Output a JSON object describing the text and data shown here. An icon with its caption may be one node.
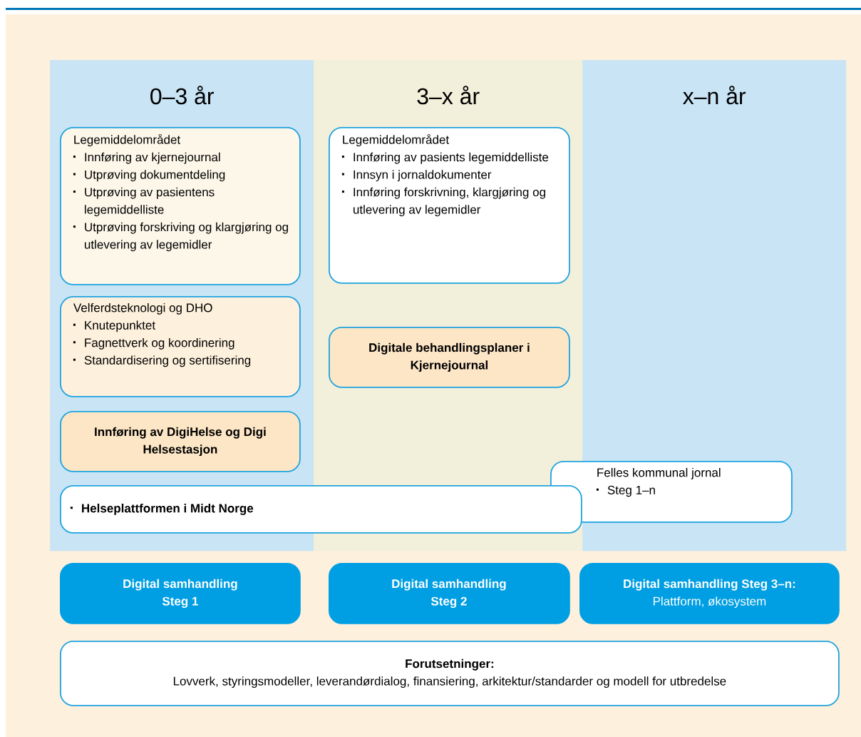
{
  "diagram": {
    "nodes": [
      {
        "text": [
          "0–3 år"
        ]
      },
      {
        "text": [
          "Legemiddelområdet",
          "Innføring av kjernejournal",
          "Utprøving dokumentdeling",
          "Utprøving av pasientens legemiddelliste",
          "Utprøving forskriving og klargjøring og utlevering av legemidler"
        ],
        "in": 0
      },
      {
        "text": [
          "Velferdsteknologi og DHO",
          "Knutepunktet",
          "Fagnettverk og koordinering",
          "Standardisering og sertifisering"
        ],
        "in": 0
      },
      {
        "text": [
          "Innføring av DigiHelse og Digi Helsestasjon"
        ],
        "in": 0
      },
      {
        "text": [
          "3–x år"
        ]
      },
      {
        "text": [
          "Legemiddelområdet",
          "Innføring av pasients legemiddelliste",
          "Innsyn i jornaldokumenter",
          "Innføring forskrivning, klargjøring og utlevering av legemidler"
        ],
        "in": 4
      },
      {
        "text": [
          "Digitale behandlingsplaner i Kjernejournal"
        ],
        "in": 4
      },
      {
        "text": [
          "x–n år"
        ]
      },
      {
        "text": [
          "Felles kommunal jornal",
          "Steg 1–n"
        ]
      },
      {
        "text": [
          "Helseplattformen i Midt Norge"
        ]
      },
      {
        "text": [
          "Digital samhandling Steg 1"
        ]
      },
      {
        "text": [
          "Digital samhandling Steg 2"
        ]
      },
      {
        "text": [
          "Digital samhandling Steg 3–n:",
          "Plattform, økosystem"
        ]
      },
      {
        "text": [
          "Forutsetninger:",
          "Lovverk, styringsmodeller, leverandørdialog, finansiering, arkitektur/standarder og modell for utbredelse"
        ]
      }
    ]
  }
}
